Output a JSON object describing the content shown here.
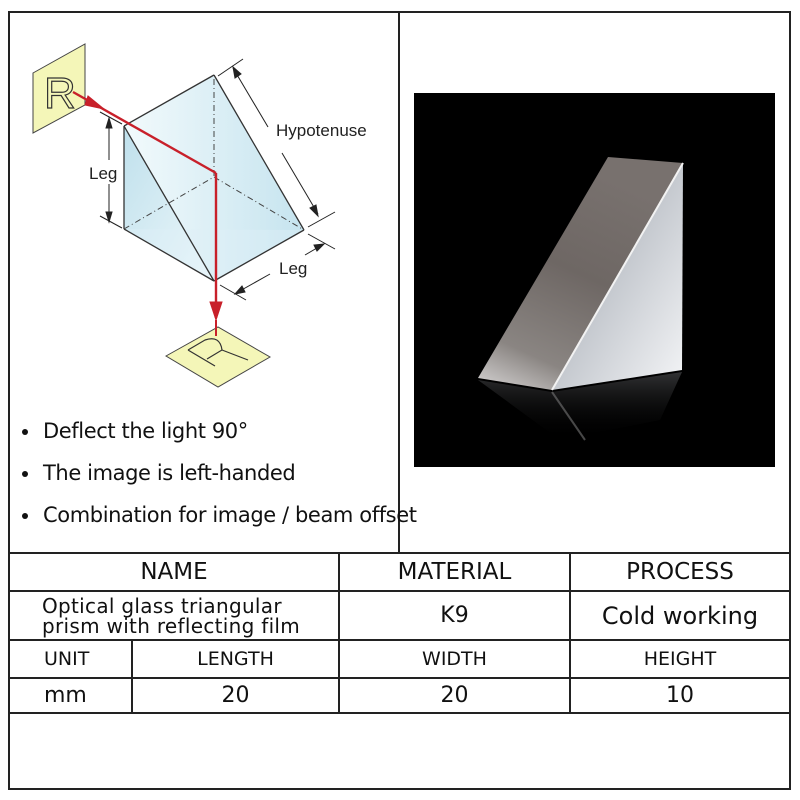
{
  "diagram": {
    "labels": {
      "hypotenuse": "Hypotenuse",
      "leg_vertical": "Leg",
      "leg_bottom": "Leg"
    },
    "card_letter_top": "R",
    "card_letter_bottom": "R",
    "colors": {
      "card_fill": "#f4f6b8",
      "ray": "#c8202a",
      "glass": "#cfe8f1",
      "line": "#333333"
    }
  },
  "features": {
    "items": [
      {
        "text": "Deflect the light 90°"
      },
      {
        "text": "The image is left-handed"
      },
      {
        "text": "Combination for image / beam offset"
      }
    ]
  },
  "photo": {
    "alt": "Right angle triangular prism on black background",
    "background": "#000000"
  },
  "specs": {
    "headers": {
      "name": "NAME",
      "material": "MATERIAL",
      "process": "PROCESS"
    },
    "values": {
      "name": "Optical glass triangular prism with reflecting film",
      "material": "K9",
      "process": "Cold working"
    },
    "dimension_headers": {
      "unit": "UNIT",
      "length": "LENGTH",
      "width": "WIDTH",
      "height": "HEIGHT"
    },
    "dimension_values": {
      "unit": "mm",
      "length": "20",
      "width": "20",
      "height": "10"
    }
  }
}
